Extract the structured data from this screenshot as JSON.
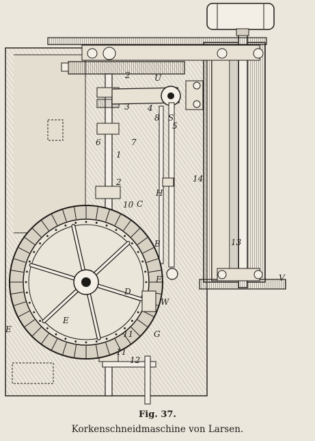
{
  "figure": {
    "number": "Fig. 37.",
    "title": "Korkenschneidmaschine von Larsen."
  },
  "labels": {
    "U": "U",
    "S": "S",
    "H": "H",
    "B": "B",
    "C": "C",
    "D": "D",
    "E": "E",
    "F": "F",
    "G": "G",
    "W": "W",
    "V": "V",
    "n1": "1",
    "n2": "2",
    "n2b": "2",
    "n3": "3",
    "n4": "4",
    "n5": "5",
    "n6": "6",
    "n7": "7",
    "n8": "8",
    "n10": "10",
    "n11": "11",
    "n12": "12",
    "n13": "13",
    "n14": "14"
  }
}
